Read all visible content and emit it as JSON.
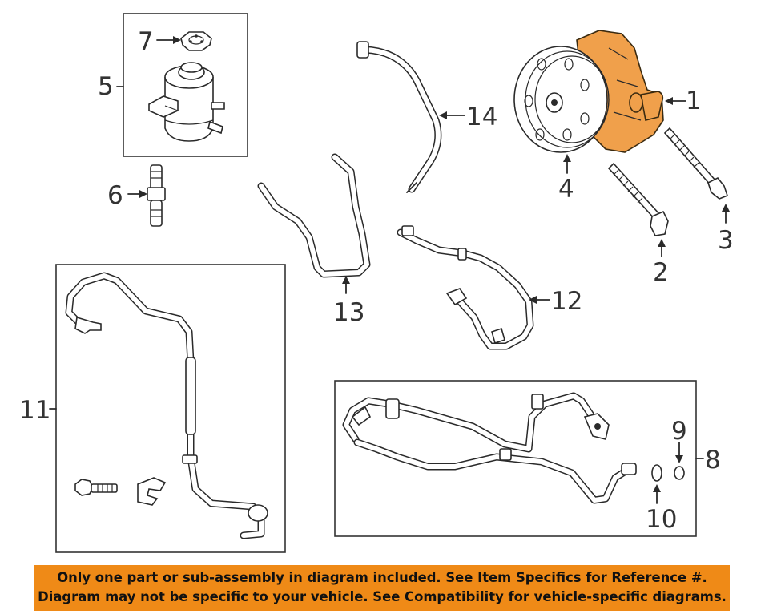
{
  "callouts": {
    "n1": "1",
    "n2": "2",
    "n3": "3",
    "n4": "4",
    "n5": "5",
    "n6": "6",
    "n7": "7",
    "n8": "8",
    "n9": "9",
    "n10": "10",
    "n11": "11",
    "n12": "12",
    "n13": "13",
    "n14": "14"
  },
  "banner": {
    "line1": "Only one part or sub-assembly in diagram included. See Item Specifics for Reference #.",
    "line2": "Diagram may not be specific to your vehicle. See Compatibility for vehicle-specific diagrams.",
    "background": "#ef8a17"
  },
  "colors": {
    "highlight": "#f0a04b",
    "linework": "#2a2a2a"
  }
}
